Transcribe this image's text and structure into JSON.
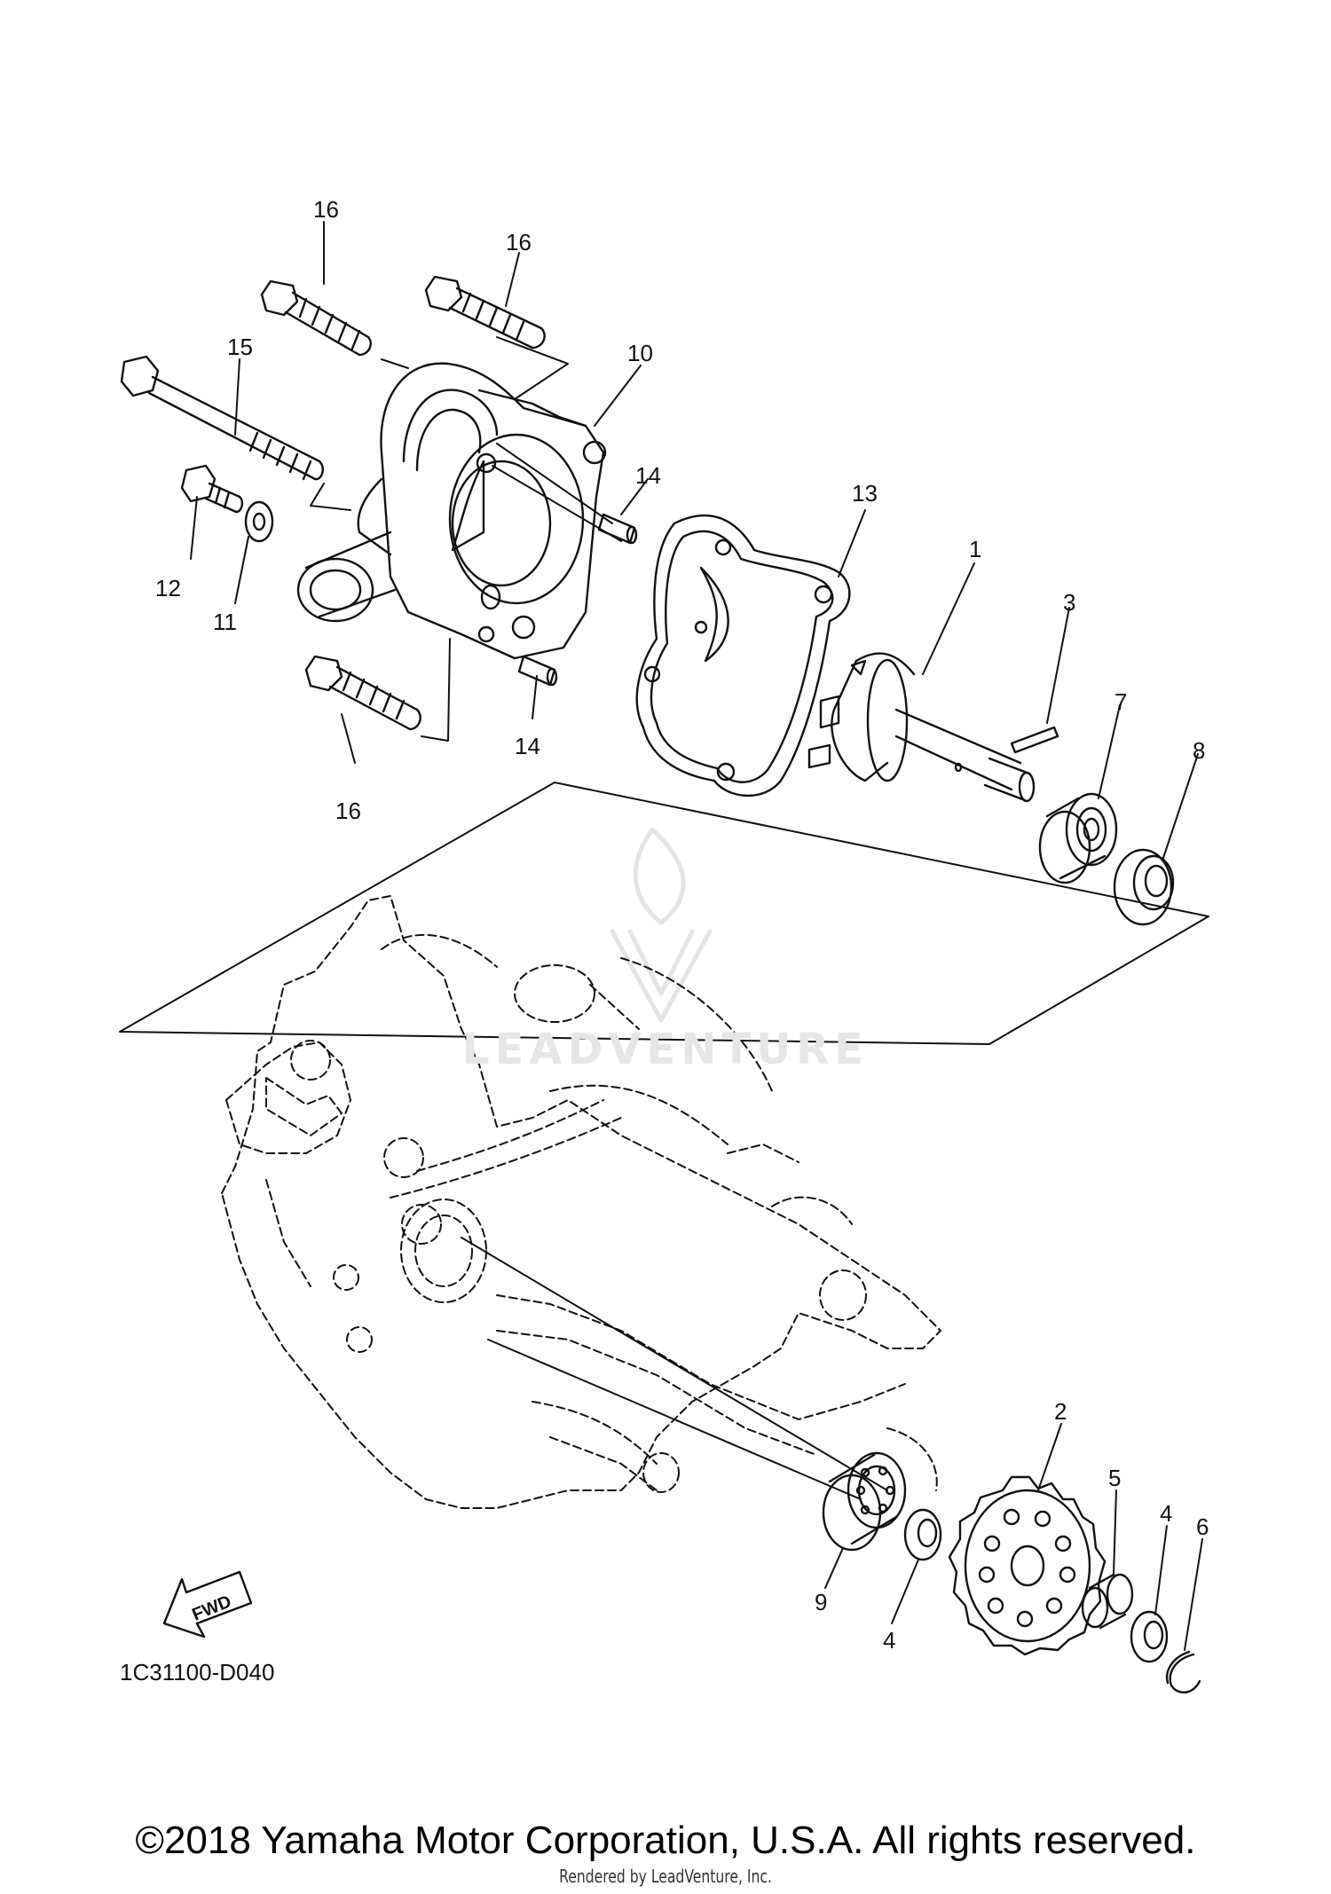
{
  "diagram": {
    "code": "1C31100-D040",
    "fwd_label": "FWD",
    "callouts": {
      "c1": "1",
      "c2": "2",
      "c3": "3",
      "c4a": "4",
      "c4b": "4",
      "c5": "5",
      "c6": "6",
      "c7": "7",
      "c8": "8",
      "c9": "9",
      "c10": "10",
      "c11": "11",
      "c12": "12",
      "c13": "13",
      "c14a": "14",
      "c14b": "14",
      "c15": "15",
      "c16a": "16",
      "c16b": "16",
      "c16c": "16"
    }
  },
  "watermark": {
    "text": "LEADVENTURE"
  },
  "footer": {
    "copyright": "©2018 Yamaha Motor Corporation, U.S.A. All rights reserved.",
    "rendered_by": "Rendered by LeadVenture, Inc."
  },
  "colors": {
    "line": "#111111",
    "background": "#ffffff",
    "watermark": "#e6e6e6"
  }
}
